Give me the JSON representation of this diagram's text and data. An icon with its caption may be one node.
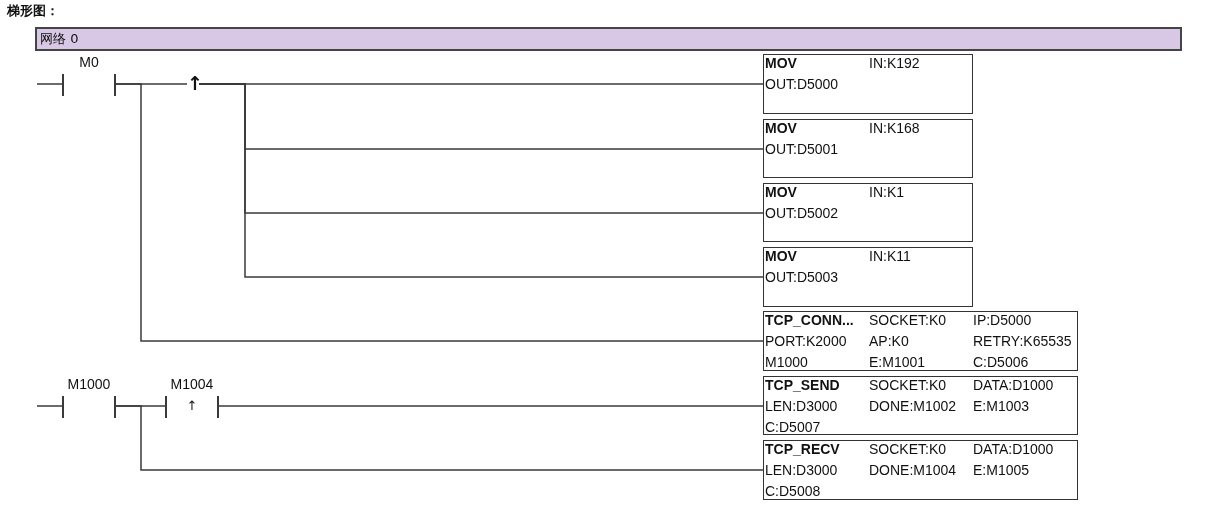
{
  "diagram": {
    "title": "梯形图：",
    "nodes": [
      {
        "text": [
          "网络 0"
        ]
      },
      {
        "text": [
          "M0"
        ]
      },
      {
        "text": [
          "↑"
        ]
      },
      {
        "text": [
          "MOV",
          "IN:K192",
          "OUT:D5000"
        ]
      },
      {
        "text": [
          "MOV",
          "IN:K168",
          "OUT:D5001"
        ]
      },
      {
        "text": [
          "MOV",
          "IN:K1",
          "OUT:D5002"
        ]
      },
      {
        "text": [
          "MOV",
          "IN:K11",
          "OUT:D5003"
        ]
      },
      {
        "text": [
          "TCP_CONN...",
          "SOCKET:K0",
          "IP:D5000",
          "PORT:K2000",
          "AP:K0",
          "RETRY:K65535",
          "M1000",
          "E:M1001",
          "C:D5006"
        ]
      },
      {
        "text": [
          "M1000"
        ]
      },
      {
        "text": [
          "M1004",
          "↑"
        ]
      },
      {
        "text": [
          "TCP_SEND",
          "SOCKET:K0",
          "DATA:D1000",
          "LEN:D3000",
          "DONE:M1002",
          "E:M1003",
          "C:D5007"
        ]
      },
      {
        "text": [
          "TCP_RECV",
          "SOCKET:K0",
          "DATA:D1000",
          "LEN:D3000",
          "DONE:M1004",
          "E:M1005",
          "C:D5008"
        ]
      }
    ],
    "edges": [
      {
        "from": null,
        "to": 1,
        "arrow": "none"
      },
      {
        "from": 1,
        "to": 2,
        "arrow": "none"
      },
      {
        "from": 2,
        "to": 3,
        "arrow": "none"
      },
      {
        "from": 2,
        "to": 4,
        "arrow": "none"
      },
      {
        "from": 2,
        "to": 5,
        "arrow": "none"
      },
      {
        "from": 2,
        "to": 6,
        "arrow": "none"
      },
      {
        "from": 1,
        "to": 7,
        "arrow": "none"
      },
      {
        "from": null,
        "to": 8,
        "arrow": "none"
      },
      {
        "from": 8,
        "to": 9,
        "arrow": "none"
      },
      {
        "from": 9,
        "to": 10,
        "arrow": "none"
      },
      {
        "from": 8,
        "to": 11,
        "arrow": "none"
      }
    ]
  }
}
